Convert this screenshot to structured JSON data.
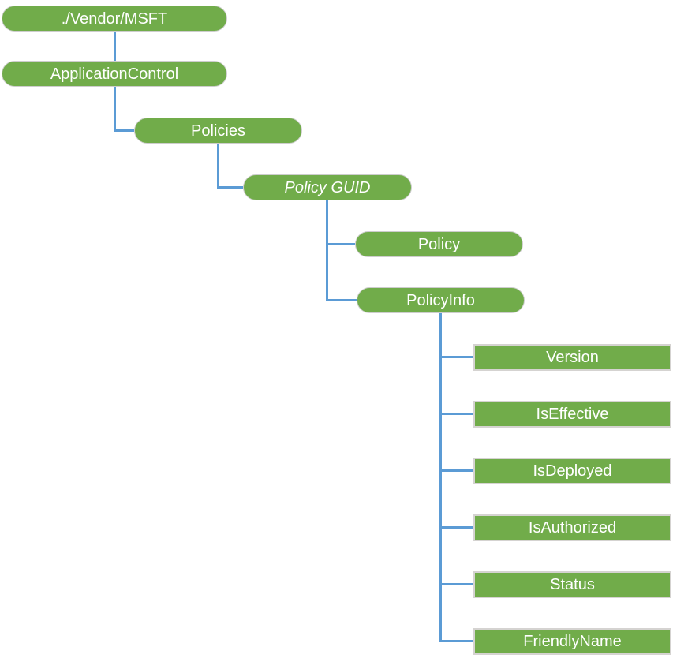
{
  "diagram": {
    "title": "ApplicationControl CSP tree",
    "nodes": [
      {
        "id": "vendor-msft",
        "label": "./Vendor/MSFT",
        "shape": "pill",
        "italic": false,
        "depth": 0
      },
      {
        "id": "applicationcontrol",
        "label": "ApplicationControl",
        "shape": "pill",
        "italic": false,
        "depth": 1
      },
      {
        "id": "policies",
        "label": "Policies",
        "shape": "pill",
        "italic": false,
        "depth": 2
      },
      {
        "id": "policy-guid",
        "label": "Policy GUID",
        "shape": "pill",
        "italic": true,
        "depth": 3
      },
      {
        "id": "policy",
        "label": "Policy",
        "shape": "pill",
        "italic": false,
        "depth": 4
      },
      {
        "id": "policyinfo",
        "label": "PolicyInfo",
        "shape": "pill",
        "italic": false,
        "depth": 4
      },
      {
        "id": "version",
        "label": "Version",
        "shape": "rect",
        "italic": false,
        "depth": 5
      },
      {
        "id": "iseffective",
        "label": "IsEffective",
        "shape": "rect",
        "italic": false,
        "depth": 5
      },
      {
        "id": "isdeployed",
        "label": "IsDeployed",
        "shape": "rect",
        "italic": false,
        "depth": 5
      },
      {
        "id": "isauthorized",
        "label": "IsAuthorized",
        "shape": "rect",
        "italic": false,
        "depth": 5
      },
      {
        "id": "status",
        "label": "Status",
        "shape": "rect",
        "italic": false,
        "depth": 5
      },
      {
        "id": "friendlyname",
        "label": "FriendlyName",
        "shape": "rect",
        "italic": false,
        "depth": 5
      }
    ],
    "edges": [
      [
        "vendor-msft",
        "applicationcontrol"
      ],
      [
        "applicationcontrol",
        "policies"
      ],
      [
        "policies",
        "policy-guid"
      ],
      [
        "policy-guid",
        "policy"
      ],
      [
        "policy-guid",
        "policyinfo"
      ],
      [
        "policyinfo",
        "version"
      ],
      [
        "policyinfo",
        "iseffective"
      ],
      [
        "policyinfo",
        "isdeployed"
      ],
      [
        "policyinfo",
        "isauthorized"
      ],
      [
        "policyinfo",
        "status"
      ],
      [
        "policyinfo",
        "friendlyname"
      ]
    ]
  },
  "colors": {
    "node_fill": "#71AC4A",
    "node_text": "#FFFFFF",
    "connector": "#5B9BD5",
    "leaf_border": "#D5D3D1",
    "pill_border": "#CDCDCD",
    "background": "#FFFFFF"
  }
}
